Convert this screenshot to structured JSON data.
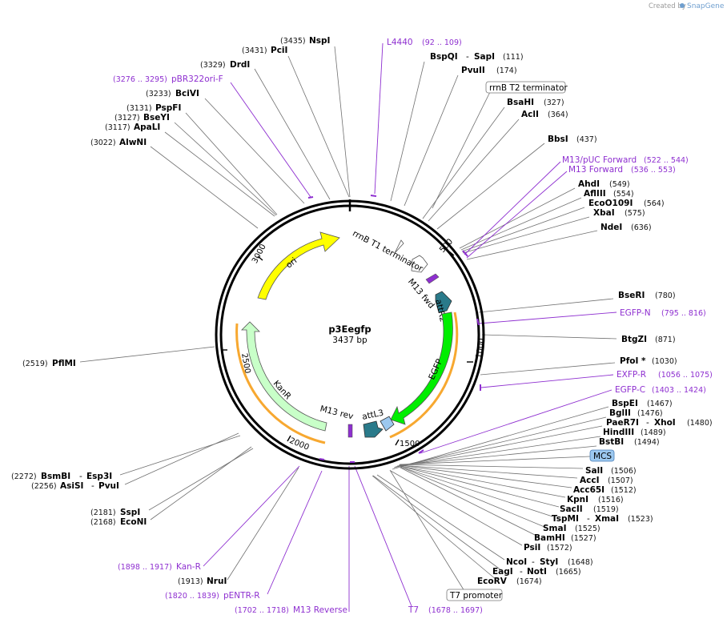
{
  "credit": {
    "created_by": "Created by",
    "brand": "SnapGene"
  },
  "plasmid": {
    "name": "p3Eegfp",
    "length_label": "3437 bp",
    "length": 3437
  },
  "colors": {
    "primer": "#8e2fd0",
    "ori": "#ffff00",
    "egfp": "#00ee00",
    "kanr": "#c8ffc8",
    "att": "#2a7a8a",
    "orange": "#f7a830",
    "mcs": "#9cc8ef"
  },
  "ticks": [
    {
      "label": "500",
      "pos": 500
    },
    {
      "label": "1000",
      "pos": 1000
    },
    {
      "label": "1500",
      "pos": 1500
    },
    {
      "label": "2000",
      "pos": 2000
    },
    {
      "label": "2500",
      "pos": 2500
    },
    {
      "label": "3000",
      "pos": 3000
    }
  ],
  "enzymes": [
    {
      "name": "NspI",
      "pos": "(3435)"
    },
    {
      "name": "PciI",
      "pos": "(3431)"
    },
    {
      "name": "DrdI",
      "pos": "(3329)"
    },
    {
      "name": "BciVI",
      "pos": "(3233)"
    },
    {
      "name": "PspFI",
      "pos": "(3131)"
    },
    {
      "name": "BseYI",
      "pos": "(3127)"
    },
    {
      "name": "ApaLI",
      "pos": "(3117)"
    },
    {
      "name": "AlwNI",
      "pos": "(3022)"
    },
    {
      "name": "BspQI",
      "name2": "SapI",
      "pos": "(111)"
    },
    {
      "name": "PvuII",
      "pos": "(174)"
    },
    {
      "name": "BsaHI",
      "pos": "(327)"
    },
    {
      "name": "AclI",
      "pos": "(364)"
    },
    {
      "name": "BbsI",
      "pos": "(437)"
    },
    {
      "name": "AhdI",
      "pos": "(549)"
    },
    {
      "name": "AflIII",
      "pos": "(554)"
    },
    {
      "name": "EcoO109I",
      "pos": "(564)"
    },
    {
      "name": "XbaI",
      "pos": "(575)"
    },
    {
      "name": "NdeI",
      "pos": "(636)"
    },
    {
      "name": "BseRI",
      "pos": "(780)"
    },
    {
      "name": "BtgZI",
      "pos": "(871)"
    },
    {
      "name": "PfoI *",
      "pos": "(1030)"
    },
    {
      "name": "BspEI",
      "pos": "(1467)"
    },
    {
      "name": "BglII",
      "pos": "(1476)"
    },
    {
      "name": "PaeR7I",
      "name2": "XhoI",
      "pos": "(1480)"
    },
    {
      "name": "HindIII",
      "pos": "(1489)"
    },
    {
      "name": "BstBI",
      "pos": "(1494)"
    },
    {
      "name": "SalI",
      "pos": "(1506)"
    },
    {
      "name": "AccI",
      "pos": "(1507)"
    },
    {
      "name": "Acc65I",
      "pos": "(1512)"
    },
    {
      "name": "KpnI",
      "pos": "(1516)"
    },
    {
      "name": "SacII",
      "pos": "(1519)"
    },
    {
      "name": "TspMI",
      "name2": "XmaI",
      "pos": "(1523)"
    },
    {
      "name": "SmaI",
      "pos": "(1525)"
    },
    {
      "name": "BamHI",
      "pos": "(1527)"
    },
    {
      "name": "PsiI",
      "pos": "(1572)"
    },
    {
      "name": "NcoI",
      "name2": "StyI",
      "pos": "(1648)"
    },
    {
      "name": "EagI",
      "name2": "NotI",
      "pos": "(1665)"
    },
    {
      "name": "EcoRV",
      "pos": "(1674)"
    },
    {
      "name": "NruI",
      "pos": "(1913)"
    },
    {
      "name": "SspI",
      "pos": "(2181)"
    },
    {
      "name": "EcoNI",
      "pos": "(2168)"
    },
    {
      "name": "BsmBI",
      "name2": "Esp3I",
      "pos": "(2272)"
    },
    {
      "name": "AsiSI",
      "name2": "PvuI",
      "pos": "(2256)"
    },
    {
      "name": "PflMI",
      "pos": "(2519)"
    }
  ],
  "primers": [
    {
      "name": "L4440",
      "range": "(92 .. 109)"
    },
    {
      "name": "pBR322ori-F",
      "range": "(3276 .. 3295)"
    },
    {
      "name": "M13/pUC Forward",
      "range": "(522 .. 544)"
    },
    {
      "name": "M13 Forward",
      "range": "(536 .. 553)"
    },
    {
      "name": "EGFP-N",
      "range": "(795 .. 816)"
    },
    {
      "name": "EXFP-R",
      "range": "(1056 .. 1075)"
    },
    {
      "name": "EGFP-C",
      "range": "(1403 .. 1424)"
    },
    {
      "name": "Kan-R",
      "range": "(1898 .. 1917)"
    },
    {
      "name": "pENTR-R",
      "range": "(1820 .. 1839)"
    },
    {
      "name": "M13 Reverse",
      "range": "(1702 .. 1718)"
    },
    {
      "name": "T7",
      "range": "(1678 .. 1697)"
    }
  ],
  "boxed": [
    {
      "name": "rrnB T2 terminator"
    },
    {
      "name": "MCS"
    },
    {
      "name": "T7 promoter"
    }
  ],
  "features": [
    {
      "name": "ori"
    },
    {
      "name": "rrnB T1 terminator"
    },
    {
      "name": "M13 fwd"
    },
    {
      "name": "attR2"
    },
    {
      "name": "EGFP"
    },
    {
      "name": "attL3"
    },
    {
      "name": "M13 rev"
    },
    {
      "name": "KanR"
    }
  ]
}
